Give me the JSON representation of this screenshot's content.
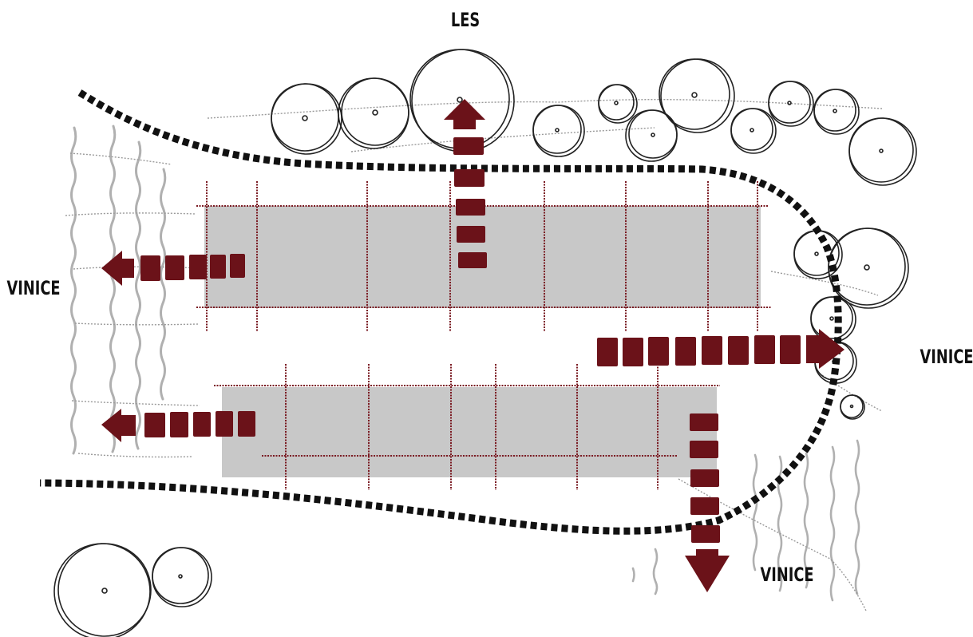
{
  "labels": {
    "top": "LES",
    "left": "VINICE",
    "right": "VINICE",
    "bottom": "VINICE"
  },
  "colors": {
    "arrow": "#6b1219",
    "building": "#c8c8c8",
    "grid_line": "#7a1a22",
    "boundary": "#111111",
    "tree_outline": "#222222",
    "vine": "#b0b0b0",
    "path": "#999999"
  },
  "icons": {
    "arrow": "arrow-icon",
    "tree": "tree-icon"
  }
}
